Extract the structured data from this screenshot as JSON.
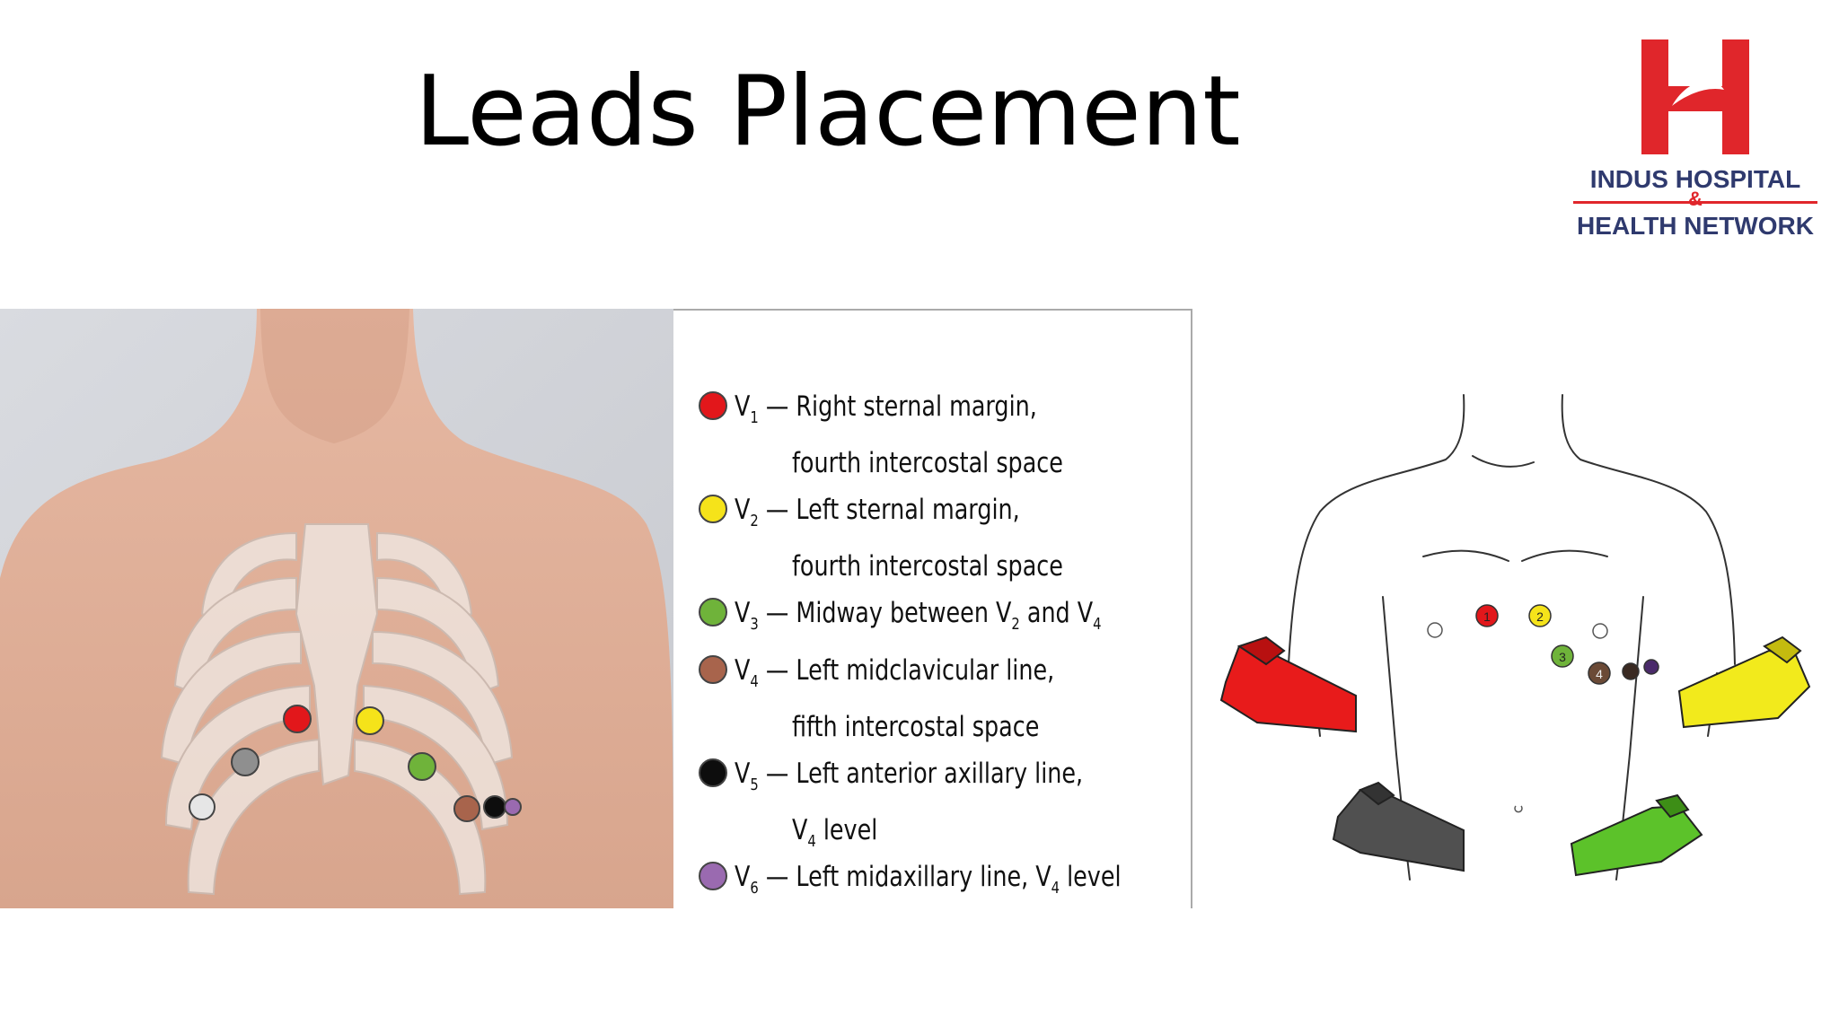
{
  "slide": {
    "title": "Leads Placement"
  },
  "logo": {
    "line1": "INDUS HOSPITAL",
    "amp": "&",
    "line2": "HEALTH NETWORK",
    "brand_red": "#e0262b",
    "brand_blue": "#2f3a6e"
  },
  "legend": {
    "dash": "—",
    "items": [
      {
        "lead": "V",
        "sub": "1",
        "color": "#e2171b",
        "l1": "Right sternal margin,",
        "l2": "fourth intercostal space"
      },
      {
        "lead": "V",
        "sub": "2",
        "color": "#f5e31a",
        "l1": "Left sternal margin,",
        "l2": "fourth intercostal space"
      },
      {
        "lead": "V",
        "sub": "3",
        "color": "#6fb33a",
        "l1a": "Midway between V",
        "l1a_sub": "2",
        "l1b": " and V",
        "l1b_sub": "4"
      },
      {
        "lead": "V",
        "sub": "4",
        "color": "#a8644c",
        "l1": "Left midclavicular line,",
        "l2": "fifth intercostal space"
      },
      {
        "lead": "V",
        "sub": "5",
        "color": "#0d0d0d",
        "l1": "Left anterior axillary line,",
        "l2a": "V",
        "l2a_sub": "4",
        "l2b": " level"
      },
      {
        "lead": "V",
        "sub": "6",
        "color": "#9a6ab0",
        "l1a": "Left midaxillary line, V",
        "l1a_sub": "4",
        "l1b": " level"
      }
    ]
  },
  "diagram": {
    "numbered_electrodes": [
      "1",
      "2",
      "3",
      "4"
    ],
    "limb_lead_colors": {
      "right_arm": "#e81b1b",
      "left_arm": "#f2ea1c",
      "right_leg": "#505050",
      "left_leg": "#5cc22a"
    }
  }
}
